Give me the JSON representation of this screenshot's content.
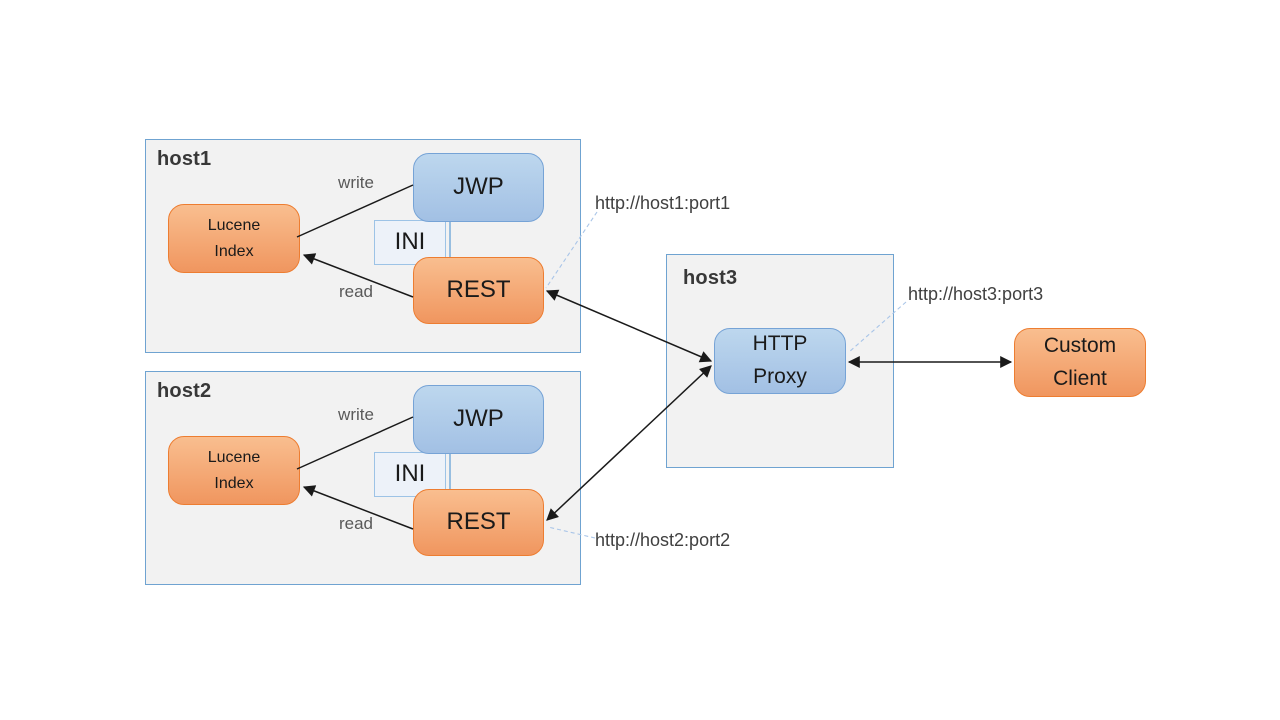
{
  "colors": {
    "canvas_bg": "#ffffff",
    "host_fill": "#f2f2f2",
    "host_border": "#6fa3d1",
    "orange_top": "#f9be8f",
    "orange_bottom": "#f0965f",
    "orange_border": "#ed7d31",
    "blue_top": "#bdd7ee",
    "blue_bottom": "#a2c0e4",
    "blue_border": "#76a3d6",
    "ini_fill": "#edf2f9",
    "ini_border": "#9dc3e6",
    "arrow_color": "#1a1a1a",
    "connector_color": "#5b9bd5",
    "callout_color": "#a9c5e8",
    "title_color": "#383838",
    "node_text": "#1a1a1a",
    "muted_text": "#595959",
    "url_text": "#404040"
  },
  "host1": {
    "title": "host1",
    "lucene_line1": "Lucene",
    "lucene_line2": "Index",
    "jwp_label": "JWP",
    "ini_label": "INI",
    "rest_label": "REST",
    "write_label": "write",
    "read_label": "read",
    "url_label": "http://host1:port1"
  },
  "host2": {
    "title": "host2",
    "lucene_line1": "Lucene",
    "lucene_line2": "Index",
    "jwp_label": "JWP",
    "ini_label": "INI",
    "rest_label": "REST",
    "write_label": "write",
    "read_label": "read",
    "url_label": "http://host2:port2"
  },
  "host3": {
    "title": "host3",
    "proxy_line1": "HTTP",
    "proxy_line2": "Proxy",
    "url_label": "http://host3:port3"
  },
  "client": {
    "line1": "Custom",
    "line2": "Client"
  },
  "edges": [
    {
      "from": "Lucene Index (host1)",
      "to": "JWP (host1)",
      "label": "write",
      "arrows": "none"
    },
    {
      "from": "REST (host1)",
      "to": "Lucene Index (host1)",
      "label": "read",
      "arrows": "end"
    },
    {
      "from": "JWP (host1)",
      "to": "REST (host1)",
      "label": "",
      "arrows": "none"
    },
    {
      "from": "Lucene Index (host2)",
      "to": "JWP (host2)",
      "label": "write",
      "arrows": "none"
    },
    {
      "from": "REST (host2)",
      "to": "Lucene Index (host2)",
      "label": "read",
      "arrows": "end"
    },
    {
      "from": "JWP (host2)",
      "to": "REST (host2)",
      "label": "",
      "arrows": "none"
    },
    {
      "from": "REST (host1)",
      "to": "HTTP Proxy",
      "label": "",
      "arrows": "both"
    },
    {
      "from": "REST (host2)",
      "to": "HTTP Proxy",
      "label": "",
      "arrows": "both"
    },
    {
      "from": "HTTP Proxy",
      "to": "Custom Client",
      "label": "",
      "arrows": "both"
    }
  ]
}
